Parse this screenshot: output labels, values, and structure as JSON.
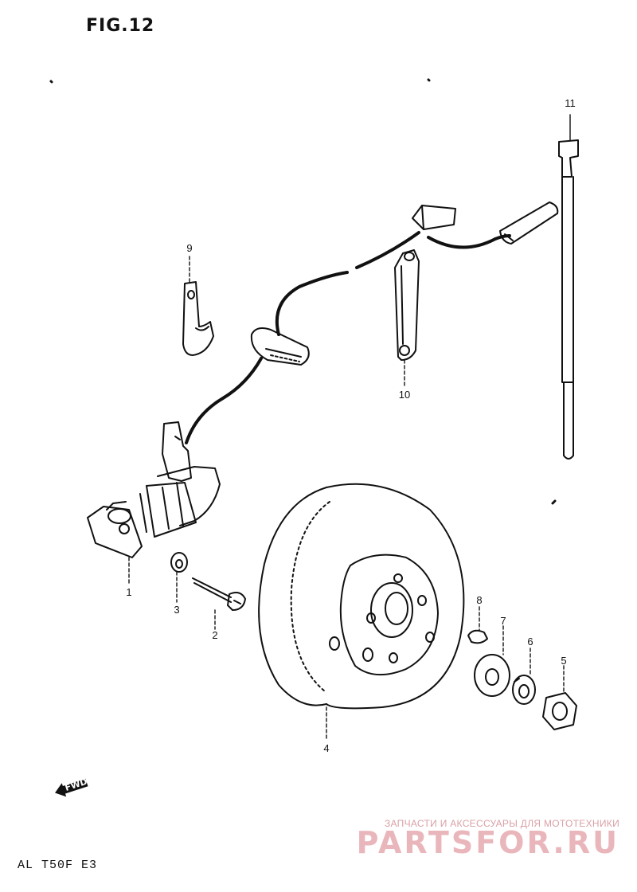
{
  "figure": {
    "title": "FIG.12",
    "model_code": "AL T50F E3"
  },
  "parts": [
    {
      "number": "1",
      "name": ""
    },
    {
      "number": "2",
      "name": ""
    },
    {
      "number": "3",
      "name": ""
    },
    {
      "number": "4",
      "name": ""
    },
    {
      "number": "5",
      "name": ""
    },
    {
      "number": "6",
      "name": ""
    },
    {
      "number": "7",
      "name": ""
    },
    {
      "number": "8",
      "name": ""
    },
    {
      "number": "9",
      "name": ""
    },
    {
      "number": "10",
      "name": ""
    },
    {
      "number": "11",
      "name": ""
    }
  ],
  "direction_badge": {
    "label": "FWD",
    "icon": "arrow-left-icon"
  },
  "watermark": {
    "line1": "ЗАПЧАСТИ И АКСЕССУАРЫ ДЛЯ МОТОТЕХНИКИ",
    "line2": "PARTSFOR.RU",
    "color": "#e9b6bb"
  },
  "colors": {
    "ink": "#111111",
    "paper": "#ffffff"
  }
}
